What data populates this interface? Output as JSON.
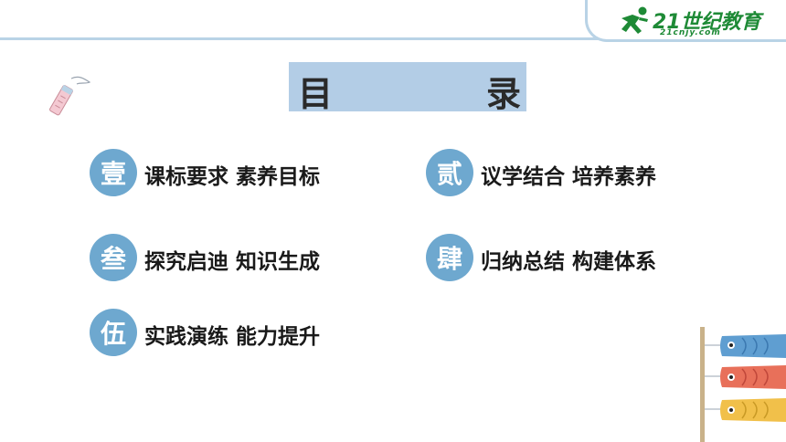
{
  "logo": {
    "text": "21世纪教育",
    "subtext": "21cnjy.com"
  },
  "title": {
    "left": "目",
    "right": "录"
  },
  "items": [
    {
      "badge": "壹",
      "label": "课标要求  素养目标"
    },
    {
      "badge": "贰",
      "label": "议学结合  培养素养"
    },
    {
      "badge": "叁",
      "label": "探究启迪  知识生成"
    },
    {
      "badge": "肆",
      "label": "归纳总结  构建体系"
    },
    {
      "badge": "伍",
      "label": "实践演练  能力提升"
    }
  ],
  "colors": {
    "badge": "#6ea8cf",
    "title_bg": "#b3cde6",
    "logo_green": "#1e8a36",
    "accent_line": "#b9d3e6"
  }
}
